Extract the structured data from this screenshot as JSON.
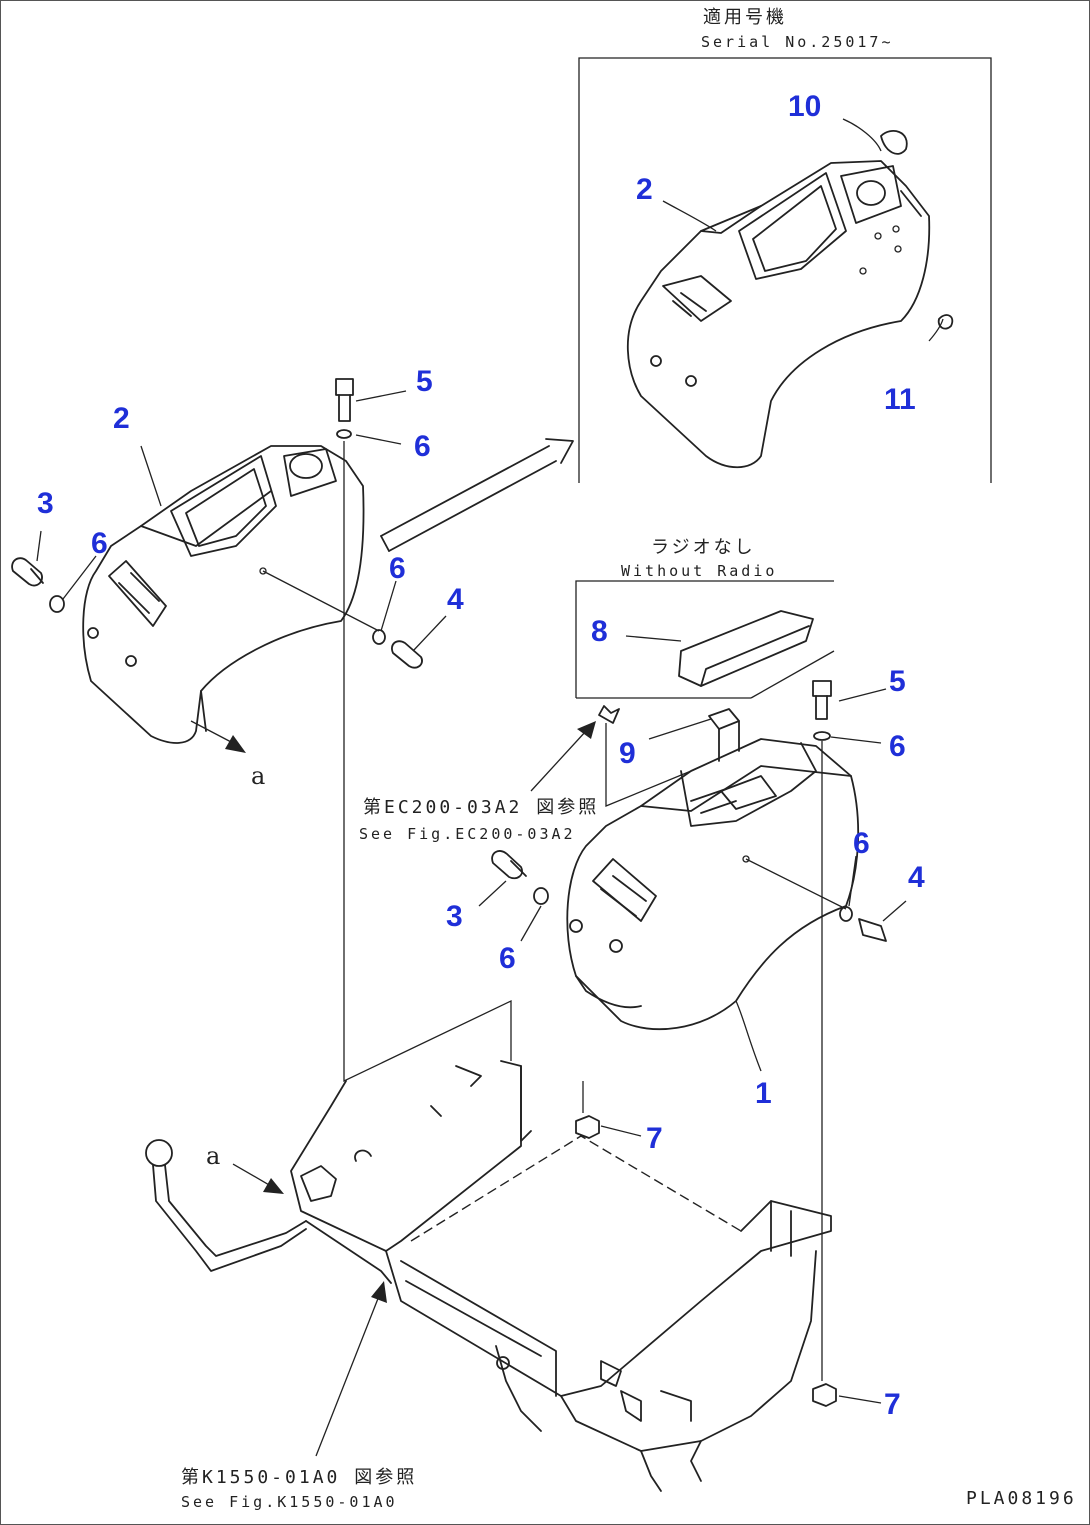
{
  "header_note": {
    "jp": "適用号機",
    "en": "Serial No.25017~"
  },
  "radio_note": {
    "jp": "ラジオなし",
    "en": "Without Radio"
  },
  "ref_note_1": {
    "jp": "第EC200-03A2 図参照",
    "en": "See Fig.EC200-03A2"
  },
  "ref_note_2": {
    "jp": "第K1550-01A0 図参照",
    "en": "See Fig.K1550-01A0"
  },
  "drawing_code": "PLA08196",
  "view_letter": "a",
  "callouts": {
    "c1": "1",
    "c2": "2",
    "c3": "3",
    "c4": "4",
    "c5": "5",
    "c6": "6",
    "c7": "7",
    "c8": "8",
    "c9": "9",
    "c10": "10",
    "c11": "11"
  },
  "colors": {
    "callout": "#1f2fd8",
    "line": "#222222"
  }
}
